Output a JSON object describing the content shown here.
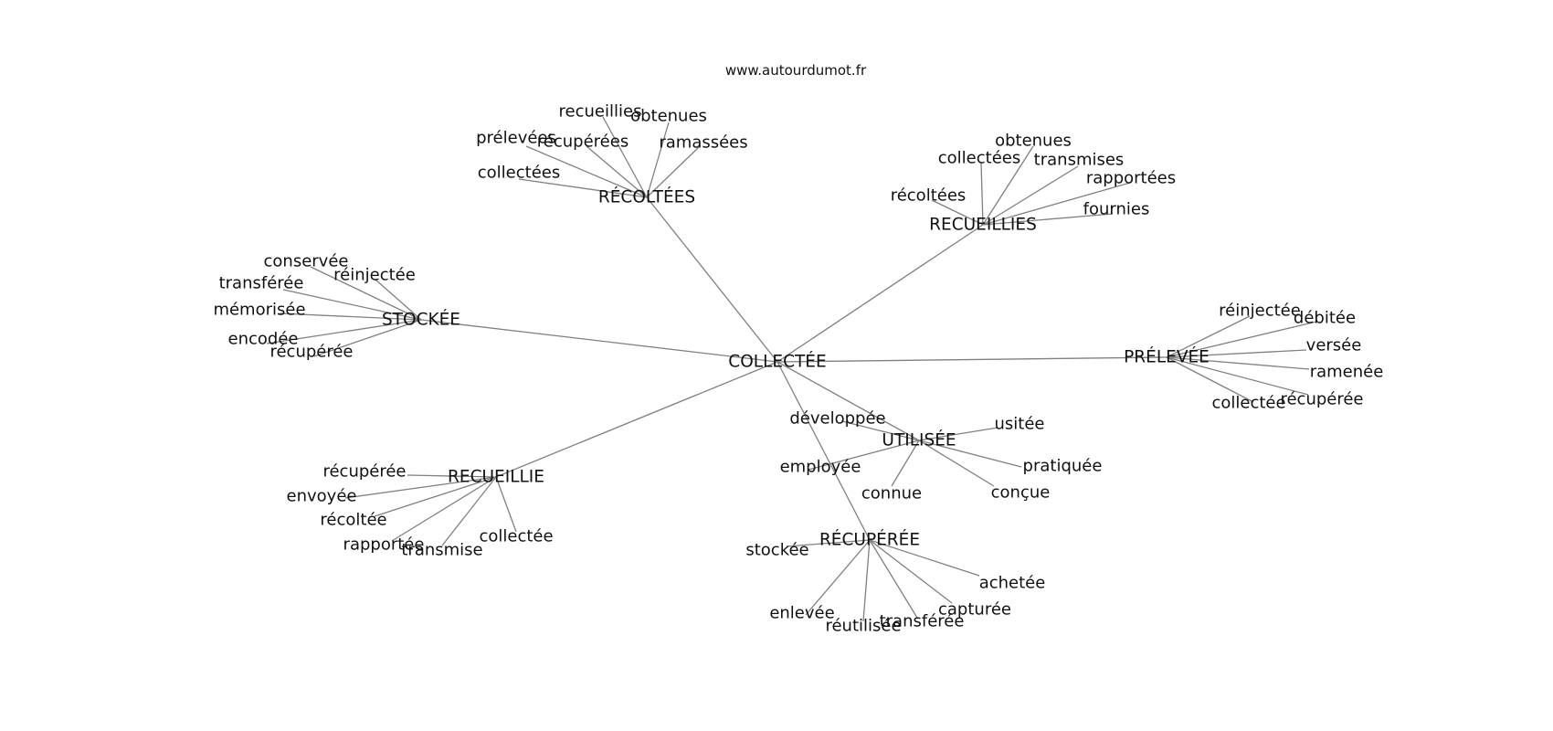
{
  "source": "www.autourdumot.fr",
  "center": "COLLECTÉE",
  "clusters": [
    {
      "label": "RÉCOLTÉES",
      "leaves": [
        "recueillies",
        "obtenues",
        "prélevées",
        "récupérées",
        "ramassées",
        "collectées"
      ]
    },
    {
      "label": "RECUEILLIES",
      "leaves": [
        "obtenues",
        "collectées",
        "transmises",
        "rapportées",
        "récoltées",
        "fournies"
      ]
    },
    {
      "label": "STOCKÉE",
      "leaves": [
        "conservée",
        "réinjectée",
        "transférée",
        "mémorisée",
        "encodée",
        "récupérée"
      ]
    },
    {
      "label": "PRÉLEVÉE",
      "leaves": [
        "réinjectée",
        "débitée",
        "versée",
        "ramenée",
        "collectée",
        "récupérée"
      ]
    },
    {
      "label": "UTILISÉE",
      "leaves": [
        "développée",
        "usitée",
        "employée",
        "pratiquée",
        "connue",
        "conçue"
      ]
    },
    {
      "label": "RECUEILLIE",
      "leaves": [
        "récupérée",
        "envoyée",
        "récoltée",
        "rapportée",
        "transmise",
        "collectée"
      ]
    },
    {
      "label": "RÉCUPÉRÉE",
      "leaves": [
        "stockée",
        "achetée",
        "capturée",
        "enlevée",
        "réutilisée",
        "transférée"
      ]
    }
  ]
}
